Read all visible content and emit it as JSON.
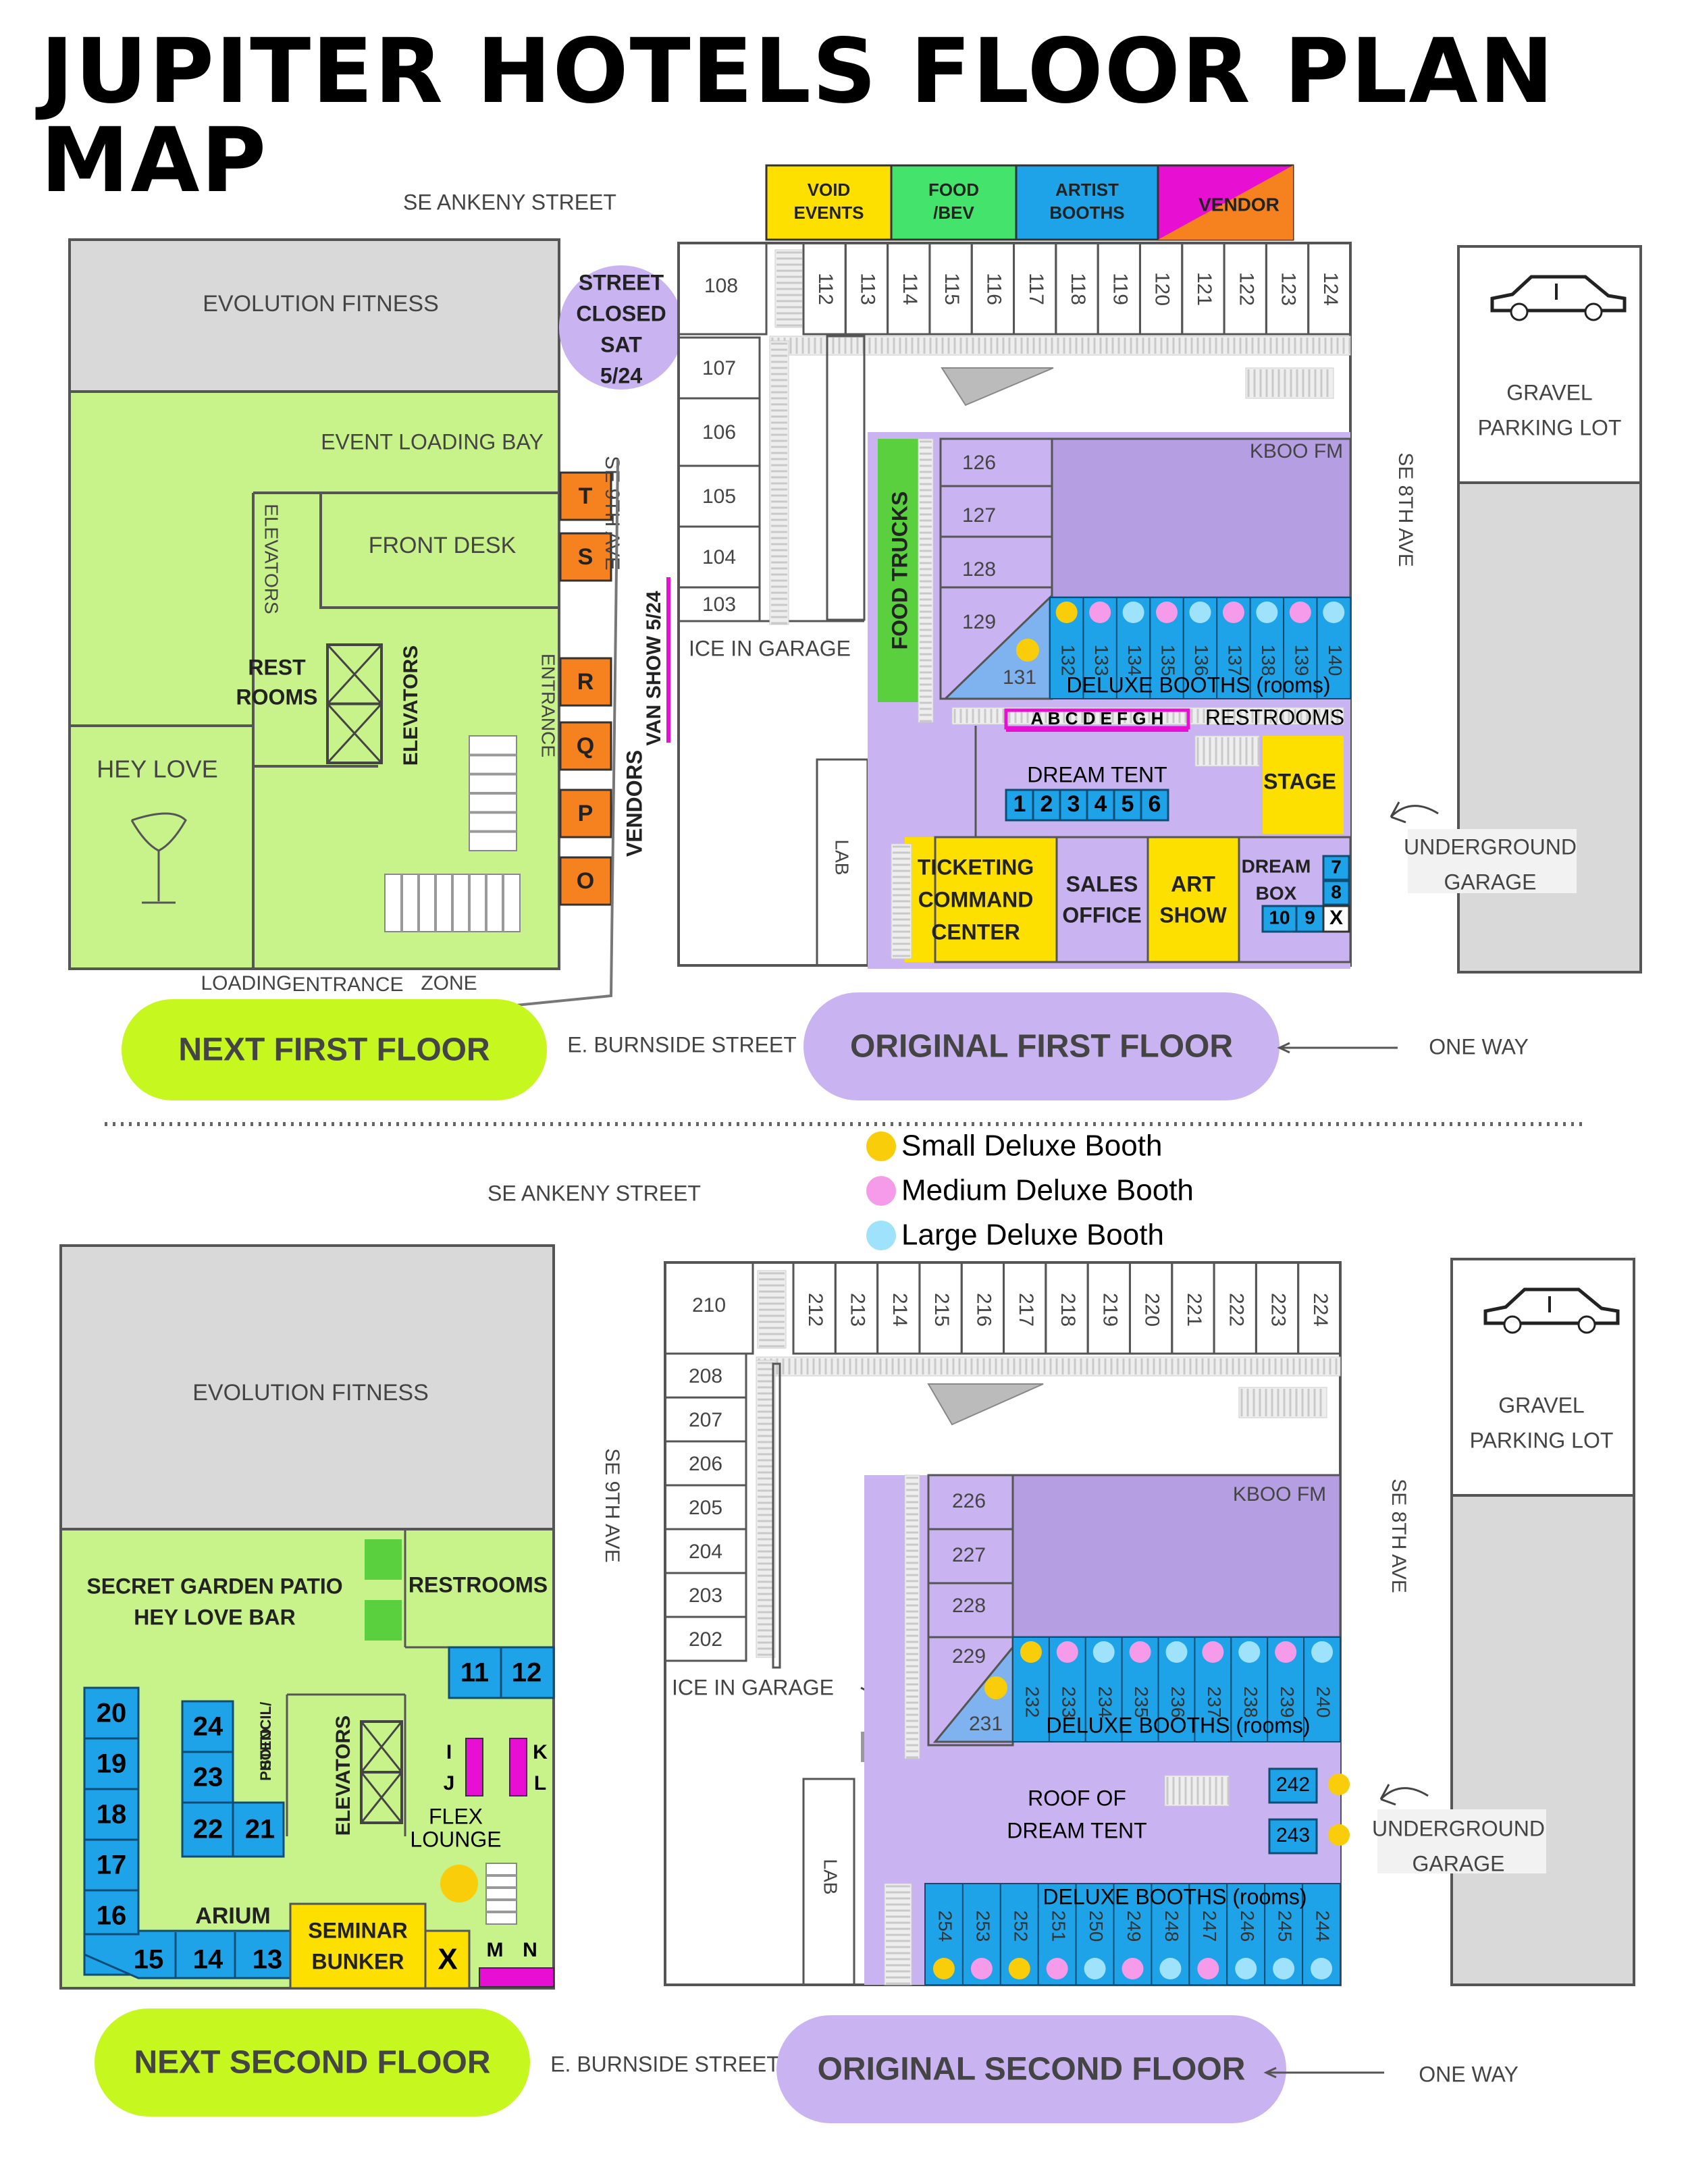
{
  "title": "JUPITER HOTELS FLOOR PLAN MAP",
  "colors": {
    "green": "#c8f28a",
    "pill_green": "#c6f71f",
    "purple": "#c9b3f0",
    "purple_dark": "#b69ee3",
    "blue": "#1ea3e8",
    "orange": "#f5821f",
    "yellow": "#fde000",
    "magenta": "#e60fd2",
    "gray": "#d9d9d9",
    "small_dot": "#f9cd09",
    "medium_dot": "#f59be9",
    "large_dot": "#9fe2fc"
  },
  "legend": [
    {
      "label": "Small Deluxe Booth",
      "color": "#f9cd09"
    },
    {
      "label": "Medium Deluxe Booth",
      "color": "#f59be9"
    },
    {
      "label": "Large Deluxe Booth",
      "color": "#9fe2fc"
    }
  ],
  "header_tabs": [
    "VOID EVENTS",
    "FOOD /BEV",
    "ARTIST BOOTHS",
    "VENDOR"
  ],
  "streets": {
    "ankeny": "SE ANKENY STREET",
    "burnside": "E. BURNSIDE STREET",
    "ninth": "SE 9TH AVE",
    "eighth": "SE 8TH AVE",
    "one_way": "ONE WAY",
    "gravel": [
      "GRAVEL",
      "PARKING LOT"
    ],
    "underground": [
      "UNDERGROUND",
      "GARAGE"
    ],
    "street_closed": [
      "STREET",
      "CLOSED",
      "SAT",
      "5/24"
    ],
    "van_show": "VAN SHOW 5/24",
    "vendors": "VENDORS",
    "entrance": "ENTRANCE",
    "loading": "LOADING",
    "zone": "ZONE"
  },
  "floors": {
    "next_first": "NEXT FIRST FLOOR",
    "original_first": "ORIGINAL FIRST FLOOR",
    "next_second": "NEXT SECOND FLOOR",
    "original_second": "ORIGINAL SECOND FLOOR"
  },
  "next_first": {
    "evolution": "EVOLUTION FITNESS",
    "loading_bay": "EVENT LOADING BAY",
    "front_desk": "FRONT DESK",
    "elevators_v": "ELEVATORS",
    "elevators": "ELEVATORS",
    "restrooms": [
      "REST",
      "ROOMS"
    ],
    "hey_love": "HEY LOVE",
    "entrance_v": "ENTRANCE",
    "booths": [
      "T",
      "S",
      "R",
      "Q",
      "P",
      "O"
    ]
  },
  "original_first": {
    "rooms_top": [
      "108",
      "112",
      "113",
      "114",
      "115",
      "116",
      "117",
      "118",
      "119",
      "120",
      "121",
      "122",
      "123",
      "124"
    ],
    "rooms_left": [
      "107",
      "106",
      "105",
      "104",
      "103"
    ],
    "rooms_inner": [
      "126",
      "127",
      "128",
      "129",
      "131"
    ],
    "deluxe": [
      "132",
      "133",
      "134",
      "135",
      "136",
      "137",
      "138",
      "139",
      "140"
    ],
    "deluxe_dots": [
      "small",
      "medium",
      "large",
      "medium",
      "large",
      "medium",
      "large",
      "medium",
      "large"
    ],
    "kboo": "KBOO FM",
    "food_trucks": "FOOD TRUCKS",
    "ice": "ICE IN GARAGE",
    "lab": "LAB",
    "deluxe_label": "DELUXE BOOTHS (rooms)",
    "letters": "A B C D E F G H",
    "restrooms": "RESTROOMS",
    "dream_tent": "DREAM TENT",
    "tent_booths": [
      "1",
      "2",
      "3",
      "4",
      "5",
      "6"
    ],
    "stage": "STAGE",
    "ticketing": [
      "TICKETING",
      "COMMAND",
      "CENTER"
    ],
    "sales": [
      "SALES",
      "OFFICE"
    ],
    "art_show": [
      "ART",
      "SHOW"
    ],
    "dream_box": [
      "DREAM",
      "BOX"
    ],
    "box_booths": [
      "7",
      "8",
      "10",
      "9",
      "X"
    ]
  },
  "next_second": {
    "evolution": "EVOLUTION FITNESS",
    "patio": [
      "SECRET GARDEN PATIO",
      "HEY LOVE BAR"
    ],
    "restrooms": "RESTROOMS",
    "stencil": [
      "STENCIL/",
      "PHOTO"
    ],
    "elevators": "ELEVATORS",
    "flex": [
      "FLEX",
      "LOUNGE"
    ],
    "arium": "ARIUM",
    "seminar": [
      "SEMINAR",
      "BUNKER"
    ],
    "booths_left": [
      "20",
      "19",
      "18",
      "17",
      "16"
    ],
    "booths_bottom": [
      "15",
      "14",
      "13"
    ],
    "booths_mid": [
      "24",
      "23",
      "22",
      "21"
    ],
    "booths_top": [
      "11",
      "12"
    ],
    "magenta": [
      "I",
      "J",
      "K",
      "L"
    ],
    "x": "X",
    "m": "M",
    "n": "N"
  },
  "original_second": {
    "rooms_top": [
      "210",
      "212",
      "213",
      "214",
      "215",
      "216",
      "217",
      "218",
      "219",
      "220",
      "221",
      "222",
      "223",
      "224"
    ],
    "rooms_left": [
      "208",
      "207",
      "206",
      "205",
      "204",
      "203",
      "202"
    ],
    "rooms_inner": [
      "226",
      "227",
      "228",
      "229",
      "231"
    ],
    "deluxe": [
      "232",
      "233",
      "234",
      "235",
      "236",
      "237",
      "238",
      "239",
      "240"
    ],
    "deluxe_dots": [
      "small",
      "medium",
      "large",
      "medium",
      "large",
      "medium",
      "large",
      "medium",
      "large"
    ],
    "kboo": "KBOO FM",
    "ice": "ICE IN GARAGE",
    "lab": "LAB",
    "deluxe_label": "DELUXE BOOTHS (rooms)",
    "roof": [
      "ROOF OF",
      "DREAM TENT"
    ],
    "side": [
      "242",
      "243"
    ],
    "bottom": [
      "254",
      "253",
      "252",
      "251",
      "250",
      "249",
      "248",
      "247",
      "246",
      "245",
      "244"
    ],
    "bottom_dots": [
      "small",
      "medium",
      "small",
      "medium",
      "large",
      "medium",
      "large",
      "medium",
      "large",
      "large",
      "large"
    ]
  }
}
